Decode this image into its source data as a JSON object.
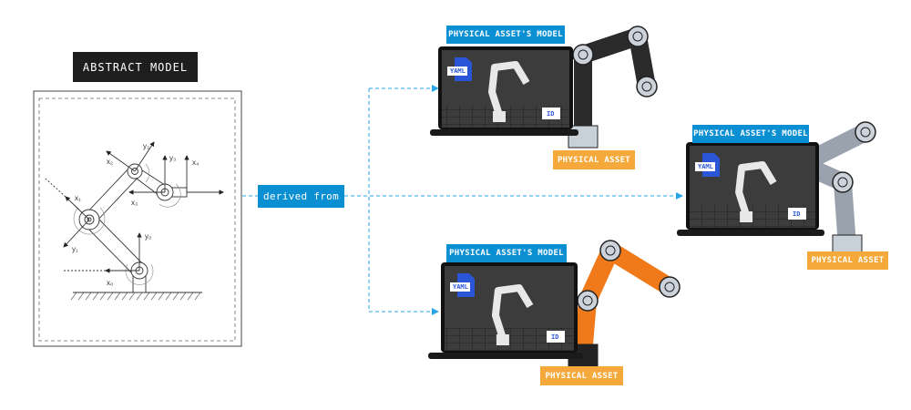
{
  "abstract_model": {
    "title": "ABSTRACT MODEL",
    "frame_labels": {
      "x0": "x₀",
      "y0": "y₀",
      "x1": "x₁",
      "y1": "y₁",
      "x2": "x₂",
      "y2": "y₂",
      "x3": "x₃",
      "y3": "y₃",
      "x4": "x₄"
    }
  },
  "connector": {
    "label": "derived from"
  },
  "models": [
    {
      "model_label": "PHYSICAL ASSET'S MODEL",
      "asset_label": "PHYSICAL ASSET",
      "file_badge": "YAML",
      "id_badge": "ID",
      "asset_color": "#2b2b2b"
    },
    {
      "model_label": "PHYSICAL ASSET'S MODEL",
      "asset_label": "PHYSICAL ASSET",
      "file_badge": "YAML",
      "id_badge": "ID",
      "asset_color": "#9aa3ad"
    },
    {
      "model_label": "PHYSICAL ASSET'S MODEL",
      "asset_label": "PHYSICAL ASSET",
      "file_badge": "YAML",
      "id_badge": "ID",
      "asset_color": "#f07a1a"
    }
  ],
  "colors": {
    "accent_blue": "#0b8fd3",
    "asset_orange": "#f6a93b",
    "dashed_line": "#29a6e6"
  }
}
